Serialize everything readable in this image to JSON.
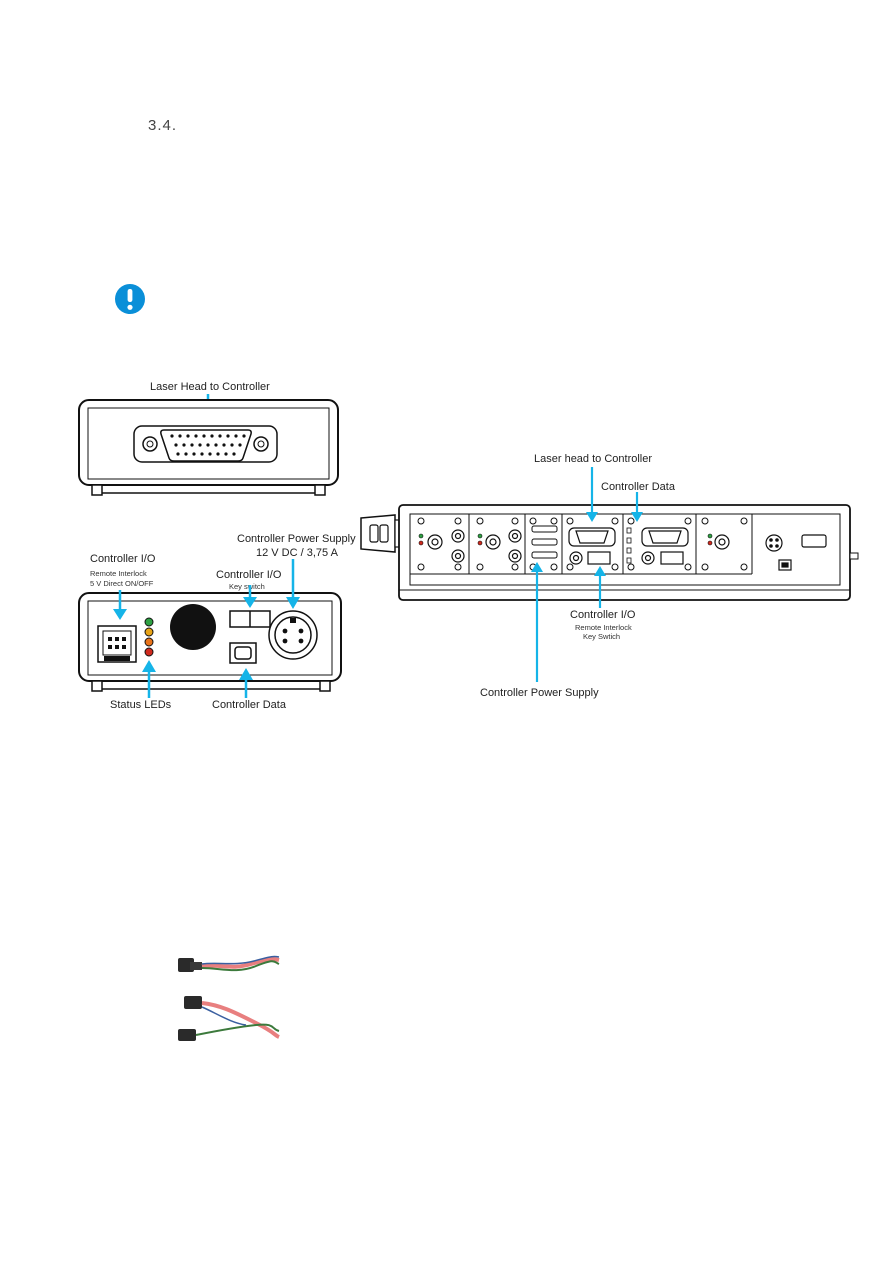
{
  "section": {
    "number": "3.4."
  },
  "colors": {
    "accent": "#15b4e8",
    "notice": "#0a8fd8",
    "line": "#111111"
  },
  "icons": {
    "notice": "exclamation-circle-icon"
  },
  "front": {
    "top_label": "Laser Head to Controller"
  },
  "rear": {
    "io_label": "Controller I/O",
    "io_sub1": "Remote Interlock",
    "io_sub2": "5 V Direct ON/OFF",
    "key_label": "Controller I/O",
    "key_sub": "Key switch",
    "power_label": "Controller Power Supply",
    "power_sub": "12 V DC  / 3,75 A",
    "leds_label": "Status LEDs",
    "data_label": "Controller Data"
  },
  "rack": {
    "head_label": "Laser head to Controller",
    "data_label": "Controller Data",
    "io_label": "Controller I/O",
    "io_sub1": "Remote Interlock",
    "io_sub2": "Key Swtich",
    "power_label": "Controller Power Supply"
  }
}
